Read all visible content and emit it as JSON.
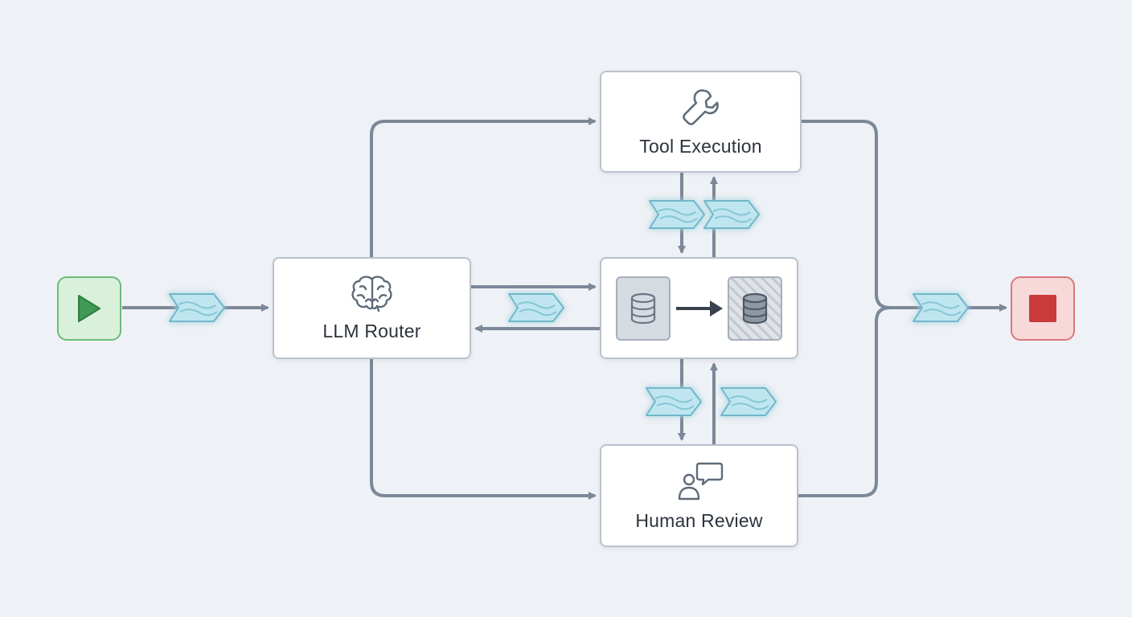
{
  "diagram": {
    "nodes": {
      "start": {
        "icon": "play-icon",
        "color": "#3f9a55"
      },
      "router": {
        "label": "LLM Router",
        "icon": "brain-icon"
      },
      "tool": {
        "label": "Tool Execution",
        "icon": "wrench-icon"
      },
      "state": {
        "icon_before": "database-icon",
        "icon_after": "database-hatched-icon",
        "transition_icon": "arrow-right-icon"
      },
      "human": {
        "label": "Human Review",
        "icon": "person-chat-icon"
      },
      "end": {
        "icon": "stop-icon",
        "color": "#c93a3a"
      }
    },
    "message_token_icon": "message-flag-icon",
    "edge_color": "#7c8898",
    "token_color": "#bfe6f0"
  }
}
